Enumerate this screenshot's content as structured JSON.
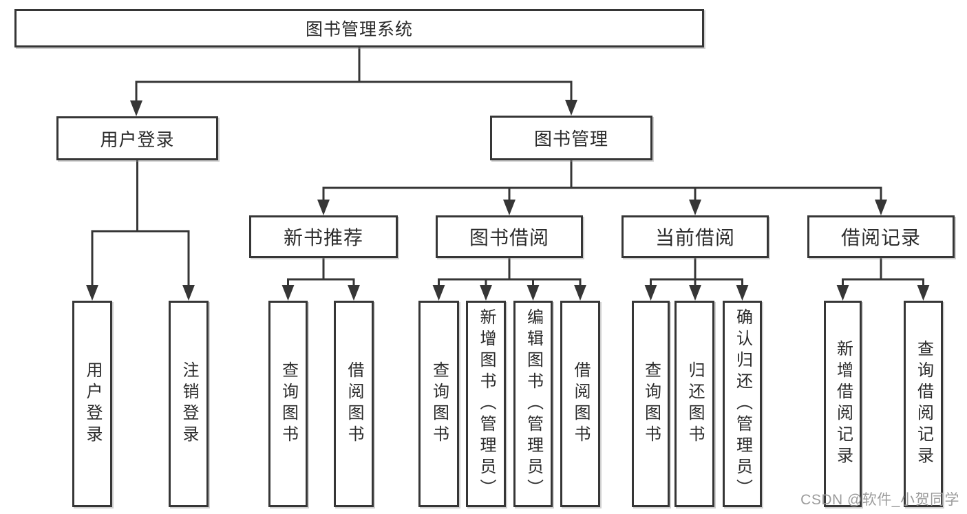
{
  "diagram_type": "hierarchy-tree",
  "nodes": {
    "root": "图书管理系统",
    "level2": [
      "用户登录",
      "图书管理"
    ],
    "level3": [
      "新书推荐",
      "图书借阅",
      "当前借阅",
      "借阅记录"
    ],
    "leaves": [
      "用户登录",
      "注销登录",
      "查询图书",
      "借阅图书",
      "查询图书",
      "新增图书（管理员）",
      "编辑图书（管理员）",
      "借阅图书",
      "查询图书",
      "归还图书",
      "确认归还（管理员）",
      "新增借阅记录",
      "查询借阅记录"
    ]
  },
  "watermark": "CSDN @软件_小贺同学",
  "colors": {
    "line": "#363636",
    "text": "#2b2b2b",
    "watermark": "#9b9b9b",
    "background": "#ffffff"
  }
}
